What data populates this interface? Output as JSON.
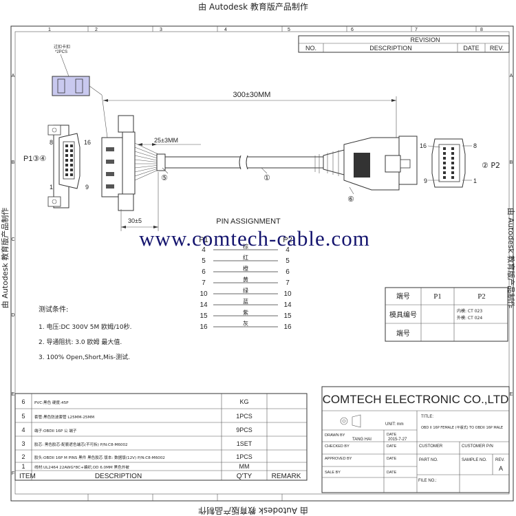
{
  "watermark": {
    "top": "由 Autodesk 教育版产品制作",
    "bottom": "由 Autodesk 教育版产品制作",
    "left": "由 Autodesk 教育版产品制作",
    "right": "由 Autodesk 教育版产品制作",
    "site": "www.comtech-cable.com"
  },
  "frame": {
    "col_numbers": [
      "1",
      "2",
      "3",
      "4",
      "5",
      "6",
      "7",
      "8"
    ],
    "row_letters": [
      "A",
      "B",
      "C",
      "D",
      "E",
      "F"
    ]
  },
  "revision": {
    "title": "REVISION",
    "headers": [
      "NO.",
      "DESCRIPTION",
      "DATE",
      "REV."
    ]
  },
  "drawing": {
    "clip_note_line1": "过扣卡扣",
    "clip_note_line2": "*2PCS",
    "length_dim": "300±30MM",
    "strip_dim": "25±3MM",
    "p1_label": "P1③④",
    "p2_label": "② P2",
    "bottom_dim": "30±5",
    "balloons": [
      "⑤",
      "①",
      "⑥"
    ],
    "p1_pins": [
      "8",
      "16",
      "1",
      "9"
    ],
    "p2_pins": [
      "16",
      "8",
      "9",
      "1"
    ]
  },
  "pin_assignment": {
    "title": "PIN ASSIGNMENT",
    "p1_header": "P1",
    "p2_header": "P2",
    "rows": [
      {
        "p1": "4",
        "color": "棕",
        "p2": "4"
      },
      {
        "p1": "5",
        "color": "红",
        "p2": "5"
      },
      {
        "p1": "6",
        "color": "橙",
        "p2": "6"
      },
      {
        "p1": "7",
        "color": "黄",
        "p2": "7"
      },
      {
        "p1": "10",
        "color": "绿",
        "p2": "10"
      },
      {
        "p1": "14",
        "color": "蓝",
        "p2": "14"
      },
      {
        "p1": "15",
        "color": "紫",
        "p2": "15"
      },
      {
        "p1": "16",
        "color": "灰",
        "p2": "16"
      }
    ]
  },
  "test_conditions": {
    "title": "测试条件:",
    "items": [
      "1. 电压:DC 300V 5M 欧姆/10秒.",
      "2. 导通阻抗: 3.0 欧姆 最大值.",
      "3. 100% Open,Short,Mis-测试."
    ]
  },
  "mold_table": {
    "headers": [
      "端号",
      "P1",
      "P2"
    ],
    "row_mold": "模具编号",
    "mold_p2_line1": "内模: CT 023",
    "mold_p2_line2": "外模: CT 024",
    "row_terminal": "端号"
  },
  "bom": {
    "headers": [
      "ITEM",
      "DESCRIPTION",
      "Q'TY",
      "REMARK"
    ],
    "rows": [
      {
        "item": "6",
        "desc": "PVC:黑色 硬度:45P",
        "qty": "KG"
      },
      {
        "item": "5",
        "desc": "套管:黑色防波套管  L25MM-25MM",
        "qty": "1PCS"
      },
      {
        "item": "4",
        "desc": "端子:OBDII 16P 公 端子",
        "qty": "9PCS"
      },
      {
        "item": "3",
        "desc": "胶芯: 黑色胶芯-配套遮色端芯(不可拆) P/N:C8-M6002",
        "qty": "1SET"
      },
      {
        "item": "2",
        "desc": "胶头:OBDII 16P M PINS 黑件 黑色胶芯 版本: 数据版(12V) P/N:C8-M6002",
        "qty": "1PCS"
      },
      {
        "item": "1",
        "desc": "线材:UL2464 22AWG*8C+编织,OD 6.0MM 黑色外被",
        "qty": "MM"
      }
    ]
  },
  "title_block": {
    "company": "COMTECH ELECTRONIC CO.,LTD",
    "unit": "UNIT: mm",
    "title_label": "TITLE:",
    "title_text": "OBD II 16P FEMALE (平版式) TO OBDII 16P MALE",
    "drawn_by": "DRAWN  BY",
    "drawn_name": "TANG HAI",
    "date_label": "DATE",
    "date_value": "2015-7-27",
    "checked_by": "CHECKED BY",
    "approved_by": "APPROVED  BY",
    "sale_by": "SALE  BY",
    "customer": "CUSTOMER",
    "customer_pn": "CUSTOMER P/N",
    "part_no": "PART NO.",
    "sample_no": "SAMPLE NO.",
    "rev_label": "REV.",
    "rev_value": "A",
    "file_no": "FILE NO.:"
  }
}
